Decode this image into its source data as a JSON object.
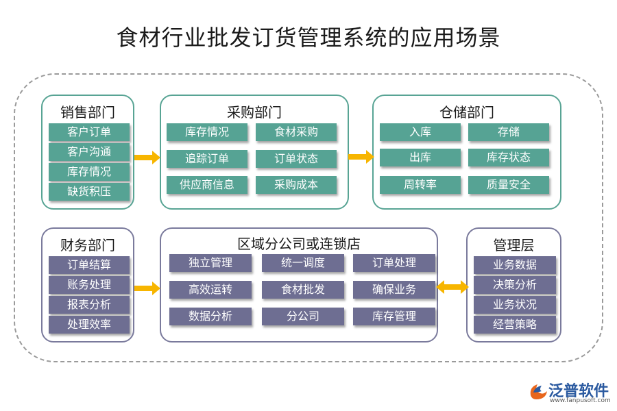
{
  "title": "食材行业批发订货管理系统的应用场景",
  "colors": {
    "green": "#56a394",
    "purple": "#6e6e92",
    "arrow": "#f7b500"
  },
  "sales": {
    "title": "销售部门",
    "items": [
      "客户订单",
      "客户沟通",
      "库存情况",
      "缺货积压"
    ]
  },
  "purchase": {
    "title": "采购部门",
    "items": [
      "库存情况",
      "食材采购",
      "追踪订单",
      "订单状态",
      "供应商信息",
      "采购成本"
    ]
  },
  "storage": {
    "title": "仓储部门",
    "items": [
      "入库",
      "存储",
      "出库",
      "库存状态",
      "周转率",
      "质量安全"
    ]
  },
  "finance": {
    "title": "财务部门",
    "items": [
      "订单结算",
      "账务处理",
      "报表分析",
      "处理效率"
    ]
  },
  "region": {
    "title": "区域分公司或连锁店",
    "items": [
      "独立管理",
      "统一调度",
      "订单处理",
      "高效运转",
      "食材批发",
      "确保业务",
      "数据分析",
      "分公司",
      "库存管理"
    ]
  },
  "management": {
    "title": "管理层",
    "items": [
      "业务数据",
      "决策分析",
      "业务状况",
      "经营策略"
    ]
  },
  "logo": {
    "name": "泛普软件",
    "url": "www.fanpusoft.com"
  }
}
